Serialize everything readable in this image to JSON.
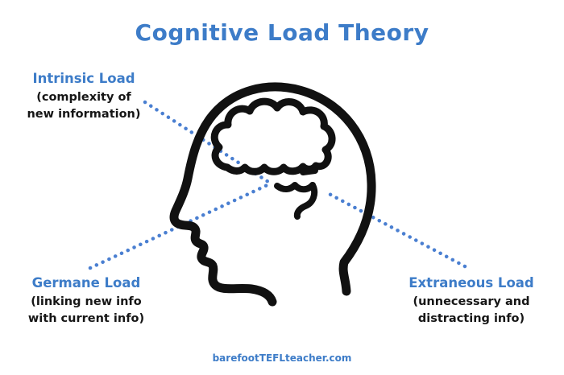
{
  "title": "Cognitive Load Theory",
  "labels": {
    "intrinsic": {
      "title": "Intrinsic Load",
      "desc": "(complexity of\nnew information)"
    },
    "germane": {
      "title": "Germane Load",
      "desc": "(linking new info\nwith current info)"
    },
    "extraneous": {
      "title": "Extraneous Load",
      "desc": "(unnecessary and\ndistracting info)"
    }
  },
  "footer": "barefootTEFLteacher.com",
  "illustration": "head-profile-with-brain",
  "colors": {
    "accent_blue": "#3d7cc8",
    "connector_blue": "#4a7fd1",
    "line_black": "#111111",
    "background": "#ffffff"
  }
}
